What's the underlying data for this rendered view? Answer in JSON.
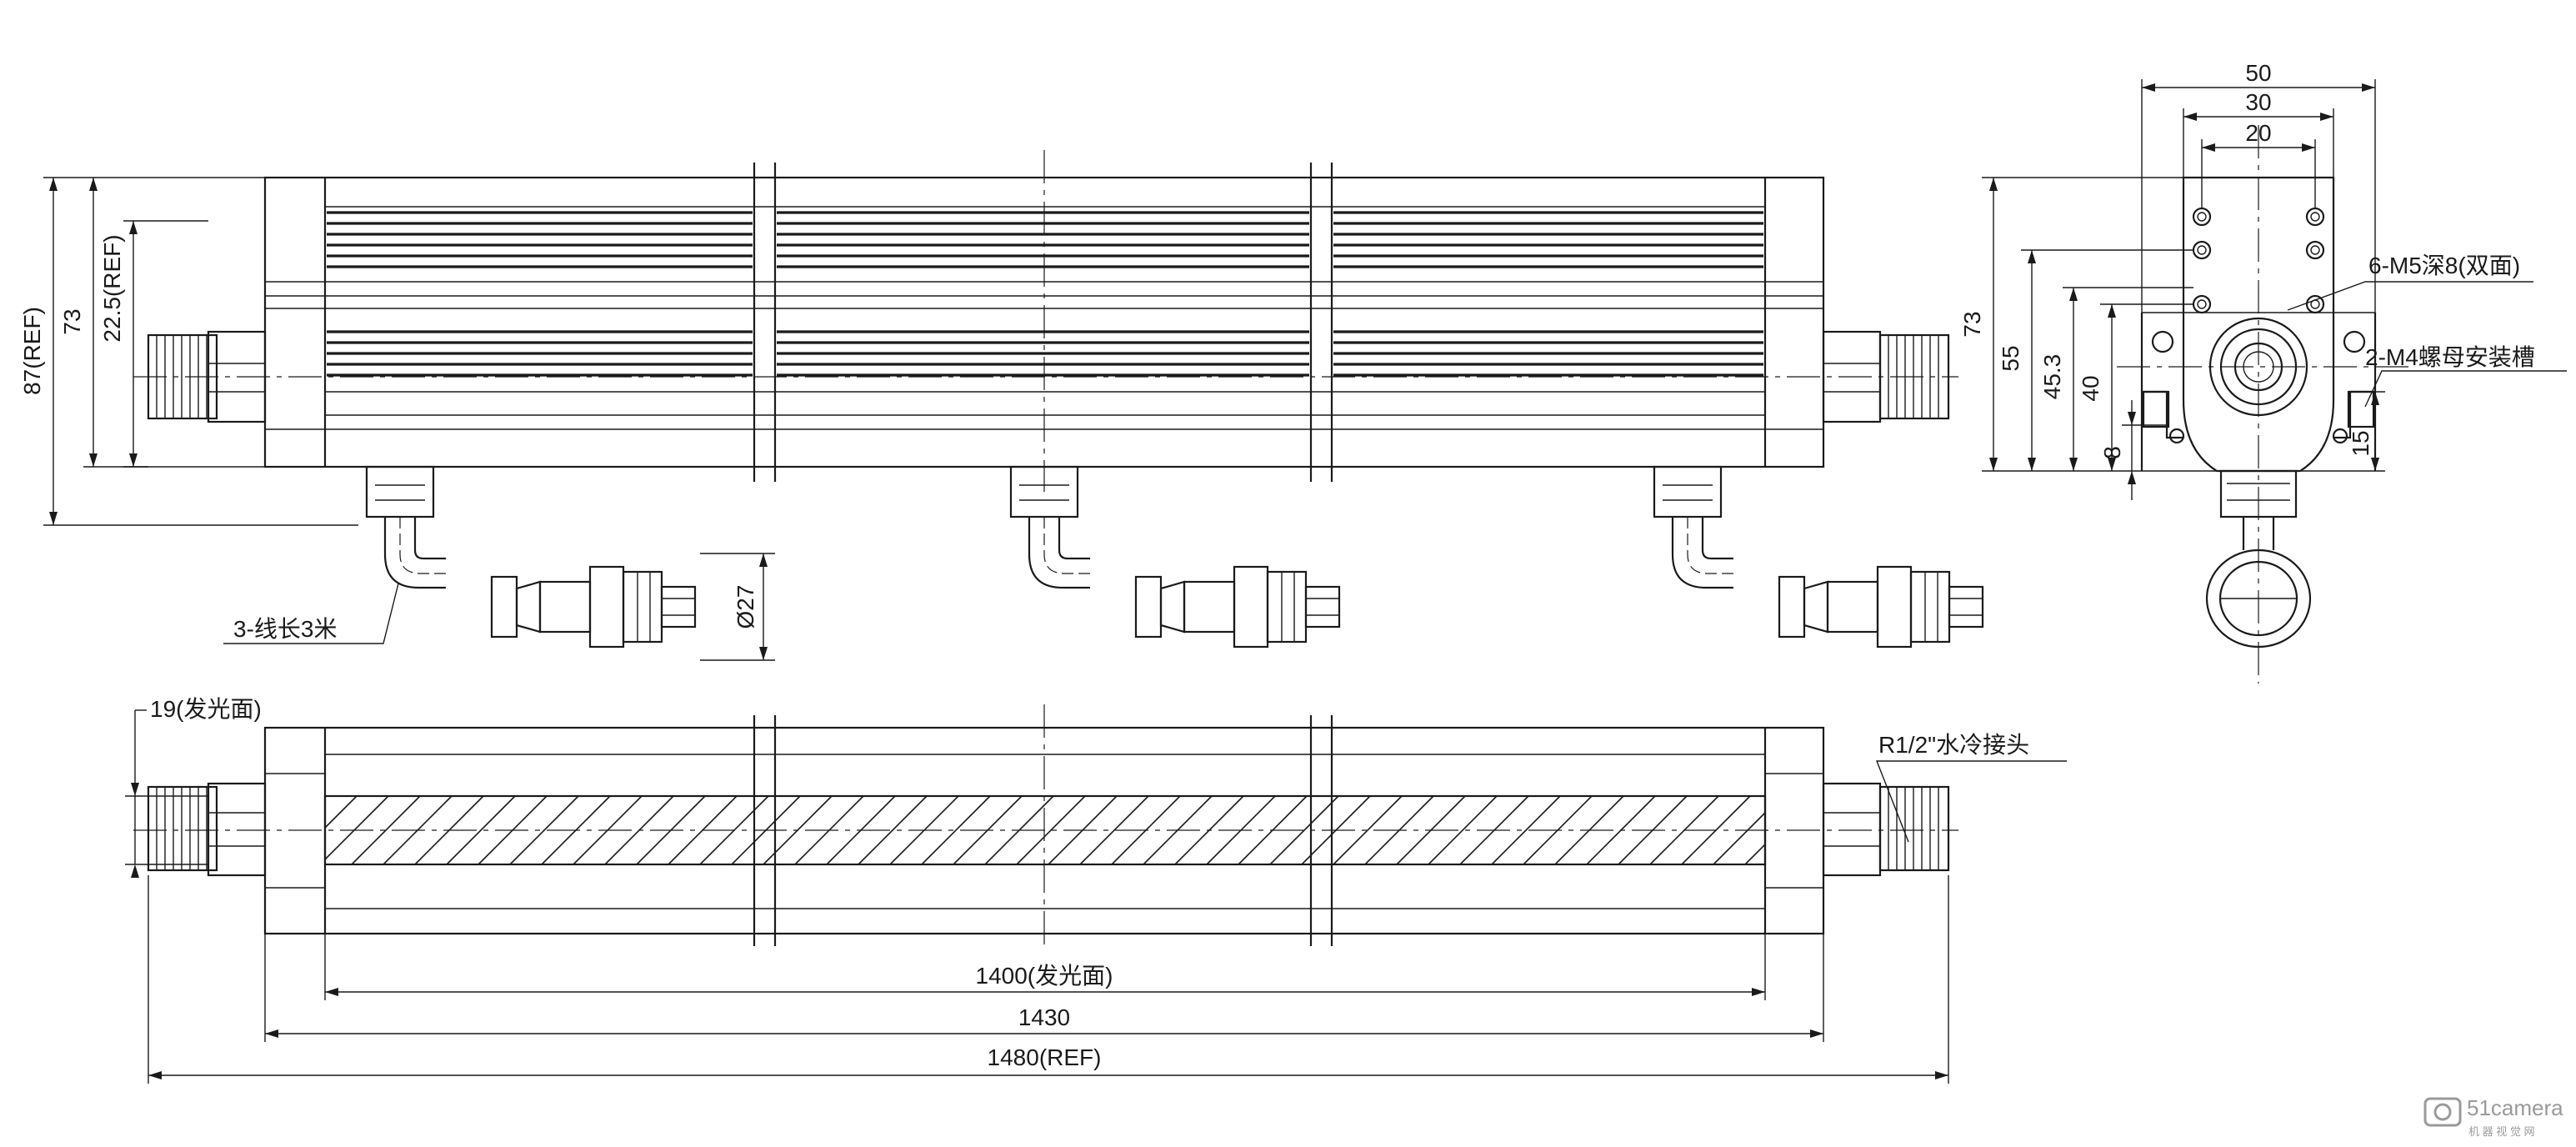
{
  "dimensions": {
    "height_ref": "87(REF)",
    "height_73": "73",
    "height_22_5": "22.5(REF)",
    "cable_label": "3-线长3米",
    "connector_dia": "Ø27",
    "face_19": "19(发光面)",
    "len_1400": "1400(发光面)",
    "len_1430": "1430",
    "len_1480": "1480(REF)",
    "fitting_label": "R1/2\"水冷接头",
    "end_w50": "50",
    "end_w30": "30",
    "end_w20": "20",
    "end_h73": "73",
    "end_h55": "55",
    "end_h45_3": "45.3",
    "end_h40": "40",
    "end_h8": "8",
    "end_h15": "15",
    "holes_label": "6-M5深8(双面)",
    "slots_label": "2-M4螺母安装槽"
  },
  "watermark": {
    "brand": "51camera",
    "sub": "机 器 视 觉 网"
  }
}
